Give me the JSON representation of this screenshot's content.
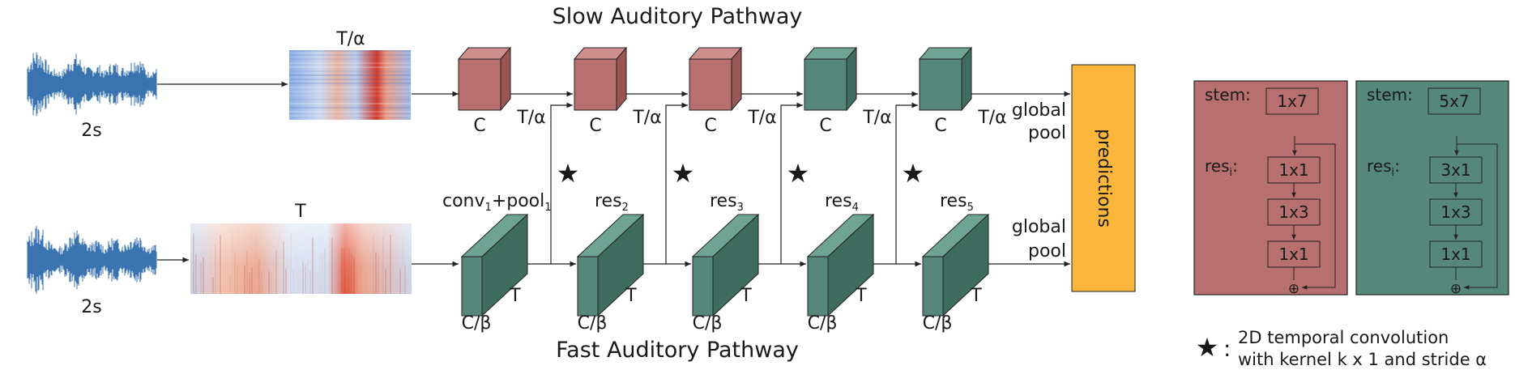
{
  "titles": {
    "slow": "Slow Auditory Pathway",
    "fast": "Fast Auditory Pathway"
  },
  "inputs": {
    "slow_duration": "2s",
    "fast_duration": "2s",
    "slow_spec_label": "T/α",
    "fast_spec_label": "T"
  },
  "slow_blocks": [
    {
      "channel": "C",
      "time": "T/α"
    },
    {
      "channel": "C",
      "time": "T/α"
    },
    {
      "channel": "C",
      "time": "T/α"
    },
    {
      "channel": "C",
      "time": "T/α"
    },
    {
      "channel": "C",
      "time": "T/α"
    }
  ],
  "fast_blocks": [
    {
      "name": "conv",
      "sub": "1",
      "name2": "+pool",
      "sub2": "1",
      "channel": "C/β",
      "time": "T"
    },
    {
      "name": "res",
      "sub": "2",
      "channel": "C/β",
      "time": "T"
    },
    {
      "name": "res",
      "sub": "3",
      "channel": "C/β",
      "time": "T"
    },
    {
      "name": "res",
      "sub": "4",
      "channel": "C/β",
      "time": "T"
    },
    {
      "name": "res",
      "sub": "5",
      "channel": "C/β",
      "time": "T"
    }
  ],
  "fusion_symbol": "★",
  "pool": {
    "slow_line1": "global",
    "slow_line2": "pool",
    "fast_line1": "global",
    "fast_line2": "pool"
  },
  "predictions_label": "predictions",
  "panels": {
    "slow": {
      "stem_label": "stem:",
      "stem_kernel": "1x7",
      "res_label": "res",
      "res_sub": "i",
      "res_kernels": [
        "1x1",
        "1x3",
        "1x1"
      ],
      "sum_symbol": "⊕"
    },
    "fast": {
      "stem_label": "stem:",
      "stem_kernel": "5x7",
      "res_label": "res",
      "res_sub": "i",
      "res_kernels": [
        "3x1",
        "1x3",
        "1x1"
      ],
      "sum_symbol": "⊕"
    }
  },
  "legend": {
    "symbol": "★",
    "colon": ":",
    "line1": "2D temporal convolution",
    "line2": "with kernel k x 1 and stride α"
  },
  "colors": {
    "slow_block": "#b86f6f",
    "fast_block": "#55887a",
    "waveform": "#3a74b0",
    "predictions": "#fbb73c"
  }
}
